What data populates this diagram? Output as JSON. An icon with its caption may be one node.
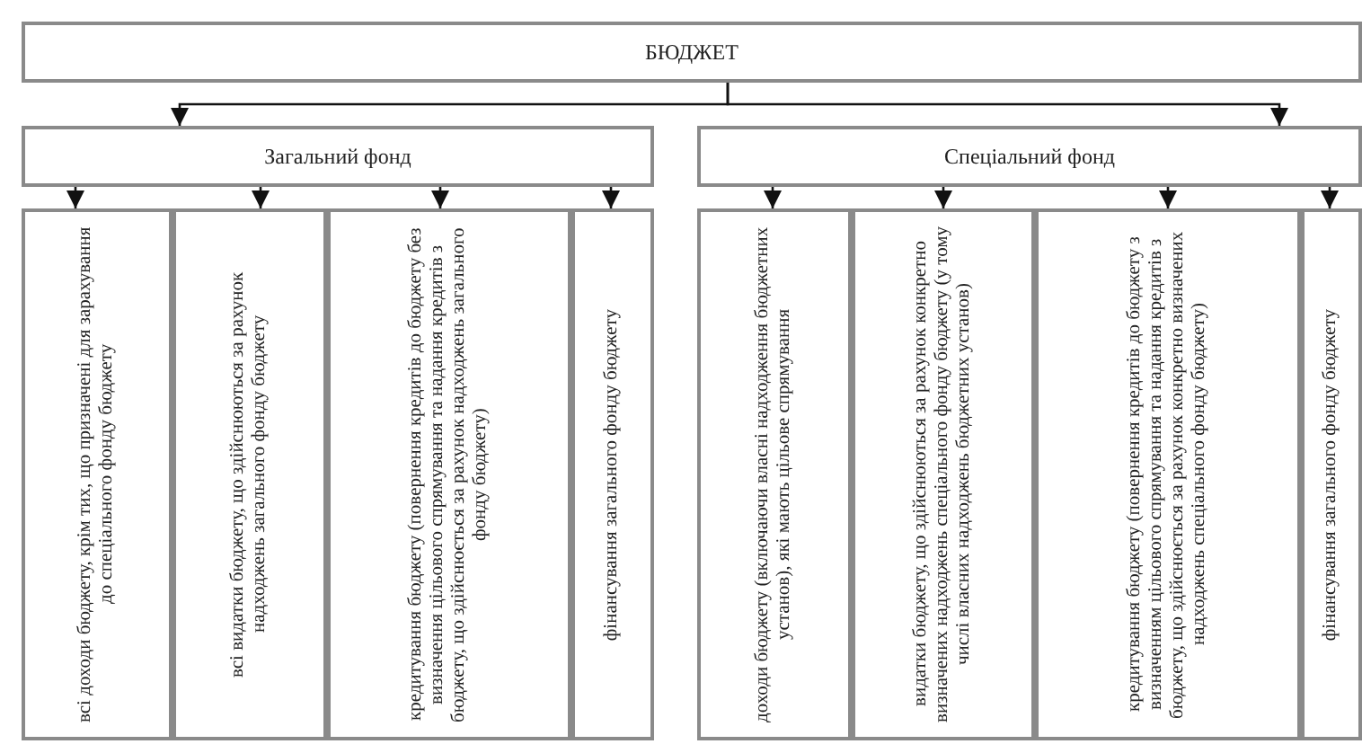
{
  "diagram": {
    "nodes": [
      {
        "text": [
          "БЮДЖЕТ"
        ]
      },
      {
        "text": [
          "Загальний фонд"
        ]
      },
      {
        "text": [
          "Спеціальний фонд"
        ]
      },
      {
        "text": [
          "всі доходи бюджету, крім тих, що призначені для зарахування до спеціального фонду бюджету"
        ]
      },
      {
        "text": [
          "всі видатки бюджету, що здійснюються за рахунок надходжень загального фонду бюджету"
        ]
      },
      {
        "text": [
          "кредитування бюджету (повернення кредитів до бюджету без визначення цільового спрямування та надання кредитів з бюджету, що здійснюється за рахунок надходжень загального фонду бюджету)"
        ]
      },
      {
        "text": [
          "фінансування загального фонду бюджету"
        ]
      },
      {
        "text": [
          "доходи бюджету (включаючи власні надходження бюджетних установ), які мають цільове спрямування"
        ]
      },
      {
        "text": [
          "видатки бюджету, що здійснюються за рахунок конкретно визначених надходжень спеціального фонду бюджету (у тому числі власних надходжень бюджетних установ)"
        ]
      },
      {
        "text": [
          "кредитування бюджету (повернення кредитів до бюджету з визначенням цільового спрямування та надання кредитів з бюджету, що здійснюється за рахунок конкретно визначених надходжень спеціального фонду бюджету)"
        ]
      },
      {
        "text": [
          "фінансування загального фонду бюджету"
        ]
      }
    ],
    "edges": [
      {
        "from": 0,
        "to": 1,
        "arrow": "to"
      },
      {
        "from": 0,
        "to": 2,
        "arrow": "to"
      },
      {
        "from": 1,
        "to": 3,
        "arrow": "to"
      },
      {
        "from": 1,
        "to": 4,
        "arrow": "to"
      },
      {
        "from": 1,
        "to": 5,
        "arrow": "to"
      },
      {
        "from": 1,
        "to": 6,
        "arrow": "to"
      },
      {
        "from": 2,
        "to": 7,
        "arrow": "to"
      },
      {
        "from": 2,
        "to": 8,
        "arrow": "to"
      },
      {
        "from": 2,
        "to": 9,
        "arrow": "to"
      },
      {
        "from": 2,
        "to": 10,
        "arrow": "to"
      }
    ]
  }
}
